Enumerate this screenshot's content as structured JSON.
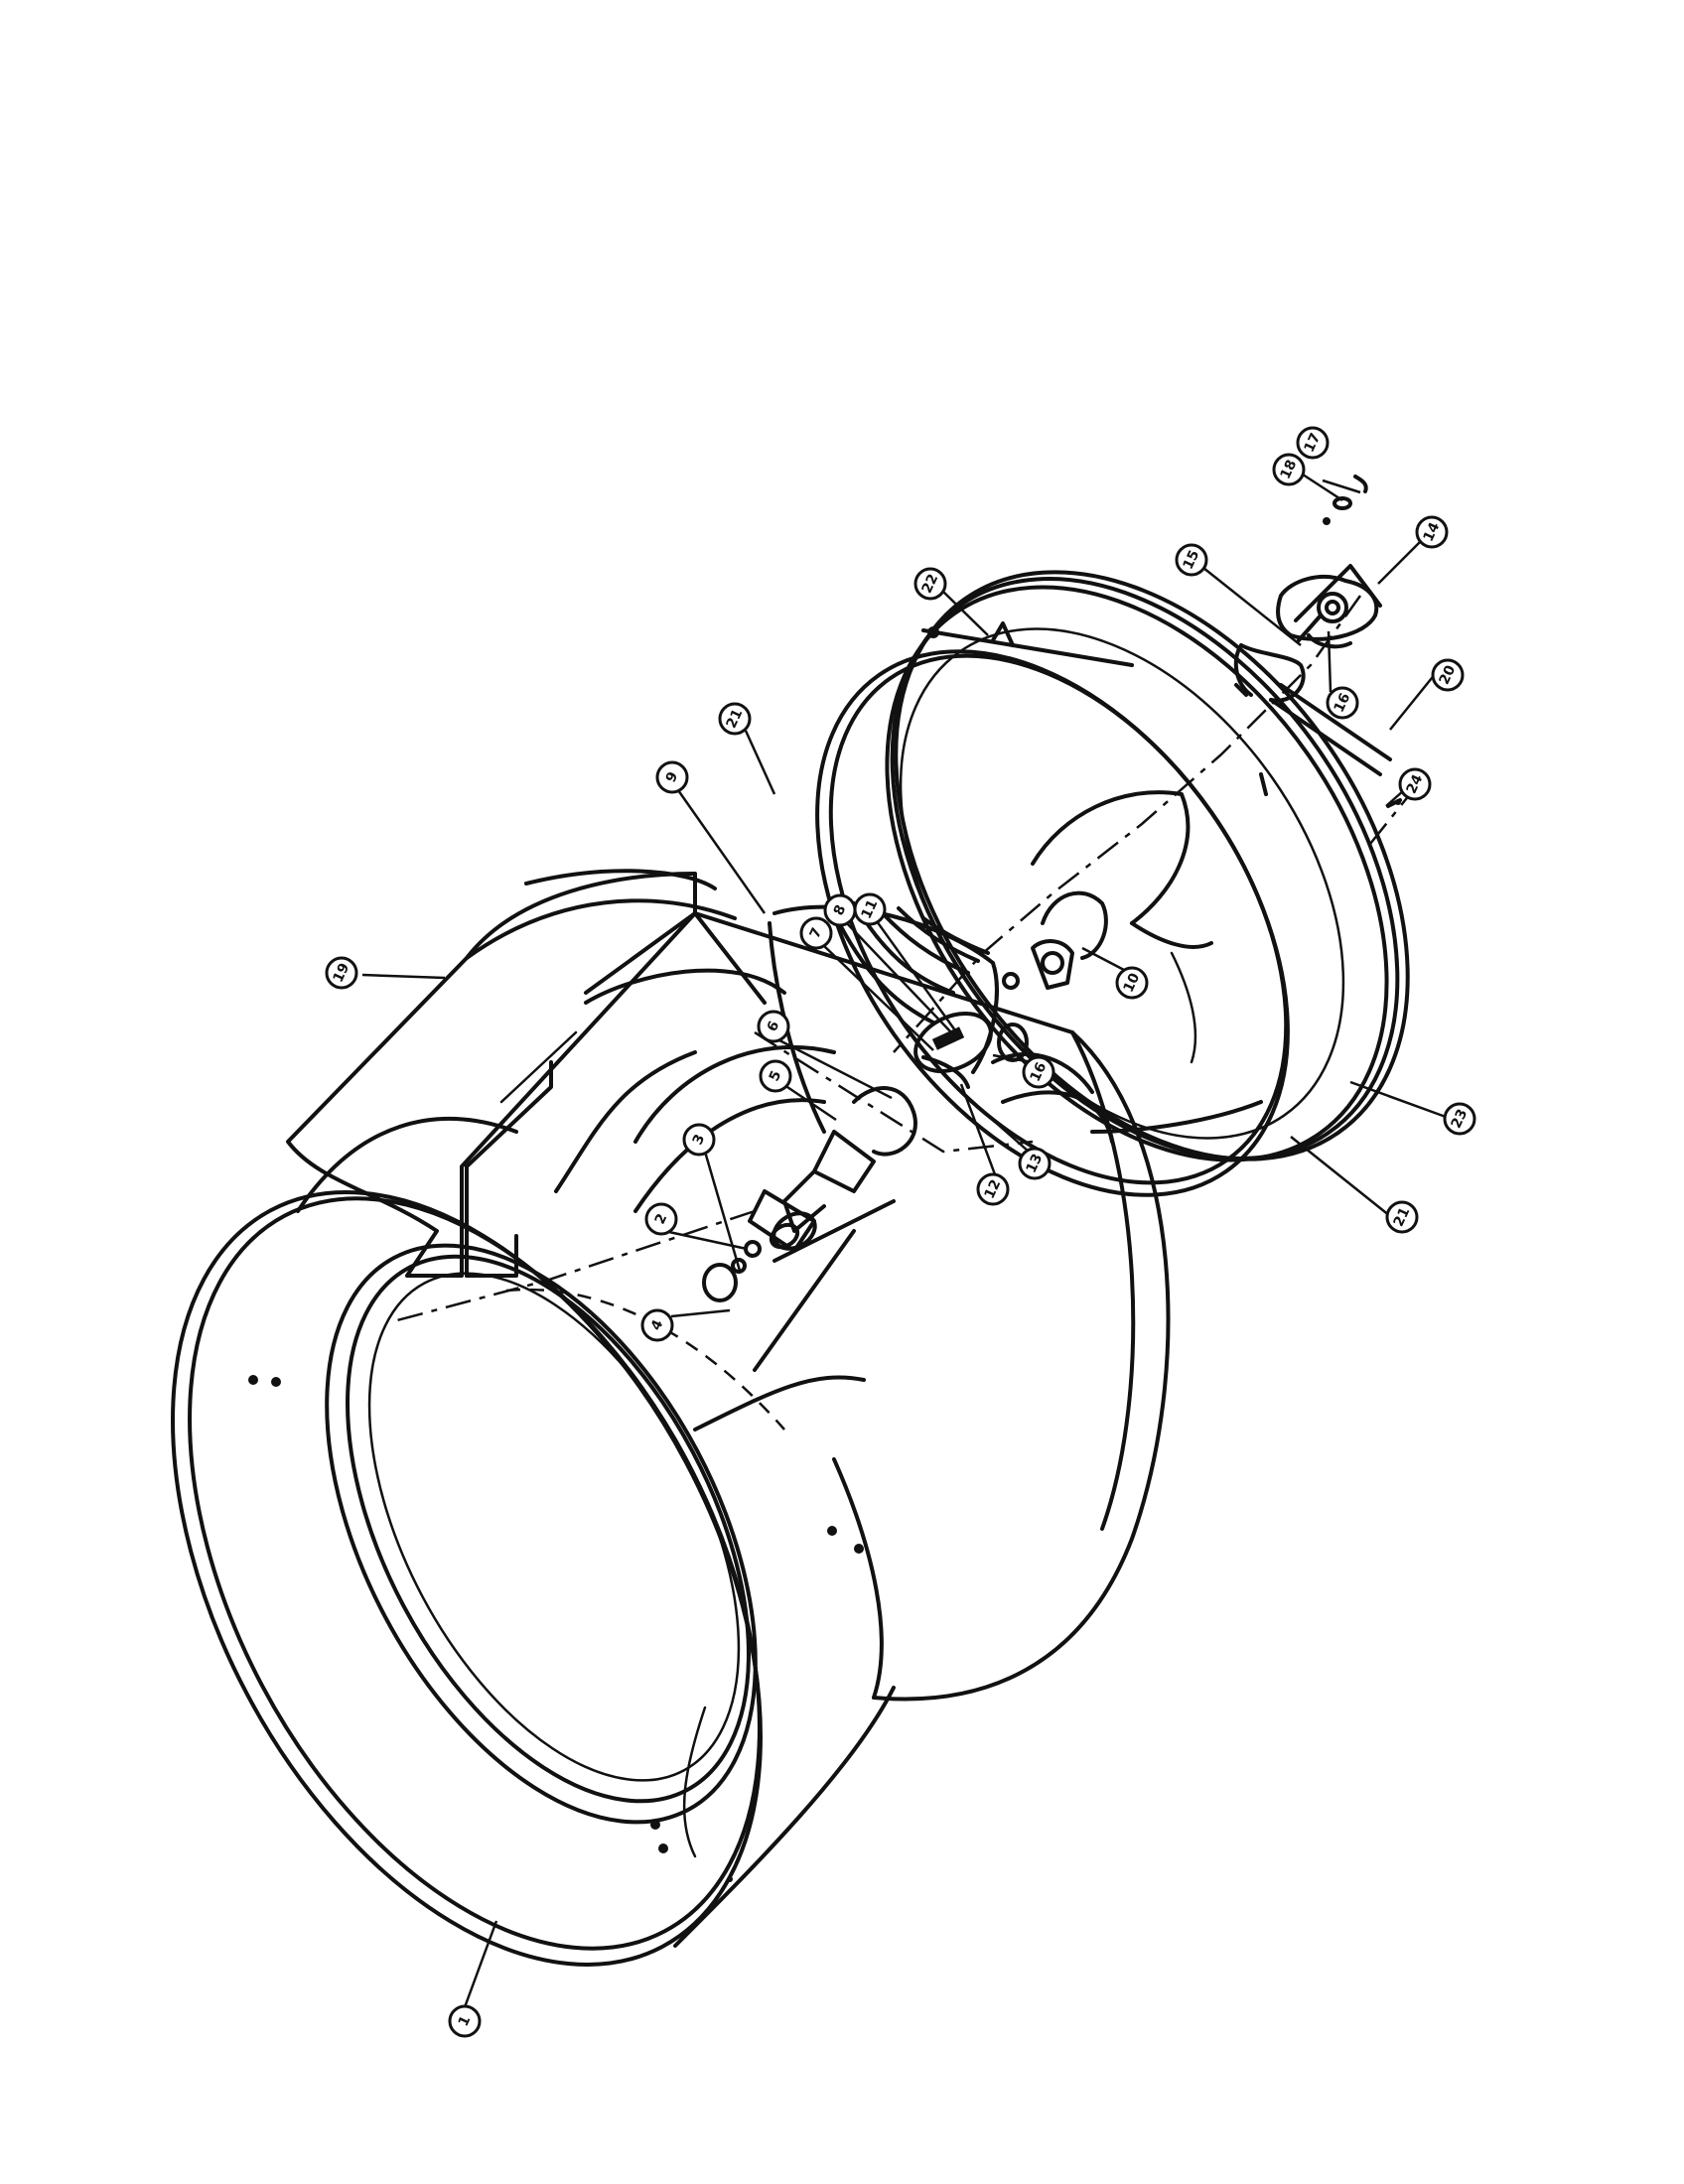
{
  "callouts": [
    {
      "id": "c1",
      "text": "1"
    },
    {
      "id": "c2",
      "text": "2"
    },
    {
      "id": "c3",
      "text": "3"
    },
    {
      "id": "c4",
      "text": "4"
    },
    {
      "id": "c5",
      "text": "5"
    },
    {
      "id": "c6",
      "text": "6"
    },
    {
      "id": "c7",
      "text": "7"
    },
    {
      "id": "c8",
      "text": "8"
    },
    {
      "id": "c9",
      "text": "9"
    },
    {
      "id": "c10",
      "text": "10"
    },
    {
      "id": "c11",
      "text": "11"
    },
    {
      "id": "c12",
      "text": "12"
    },
    {
      "id": "c13",
      "text": "13"
    },
    {
      "id": "c14",
      "text": "14"
    },
    {
      "id": "c15",
      "text": "15"
    },
    {
      "id": "c16a",
      "text": "16"
    },
    {
      "id": "c16b",
      "text": "16"
    },
    {
      "id": "c17",
      "text": "17"
    },
    {
      "id": "c18",
      "text": "18"
    },
    {
      "id": "c19",
      "text": "19"
    },
    {
      "id": "c20",
      "text": "20"
    },
    {
      "id": "c21a",
      "text": "21"
    },
    {
      "id": "c21b",
      "text": "21"
    },
    {
      "id": "c22",
      "text": "22"
    },
    {
      "id": "c23",
      "text": "23"
    },
    {
      "id": "c24",
      "text": "24"
    }
  ]
}
